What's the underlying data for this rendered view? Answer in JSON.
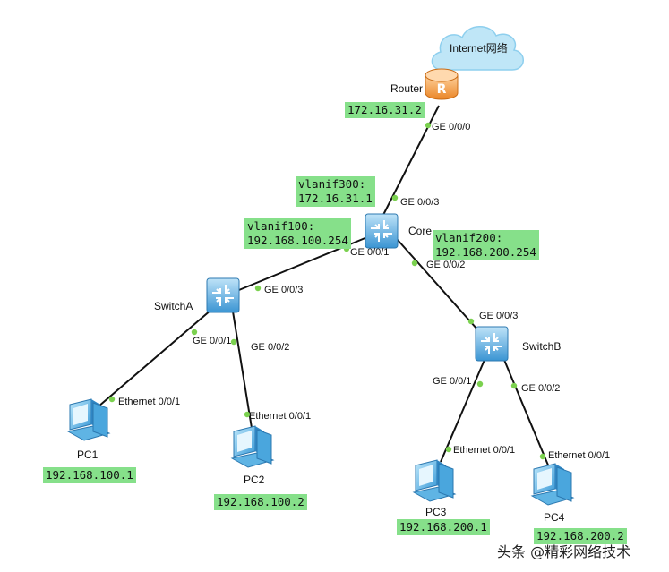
{
  "devices": {
    "router": "Router",
    "core": "Core",
    "switch_a": "SwitchA",
    "switch_b": "SwitchB",
    "pc1": "PC1",
    "pc2": "PC2",
    "pc3": "PC3",
    "pc4": "PC4",
    "cloud": "Internet网络"
  },
  "ports": {
    "router_ge000": "GE 0/0/0",
    "core_ge003": "GE 0/0/3",
    "core_ge001": "GE 0/0/1",
    "core_ge002": "GE 0/0/2",
    "swa_ge003": "GE 0/0/3",
    "swa_ge001": "GE 0/0/1",
    "swa_ge002": "GE 0/0/2",
    "swb_ge003": "GE 0/0/3",
    "swb_ge001": "GE 0/0/1",
    "swb_ge002": "GE 0/0/2",
    "pc1_eth": "Ethernet 0/0/1",
    "pc2_eth": "Ethernet 0/0/1",
    "pc3_eth": "Ethernet 0/0/1",
    "pc4_eth": "Ethernet 0/0/1"
  },
  "addresses": {
    "router_ip": "172.16.31.2",
    "vlanif300": "vlanif300:\n172.16.31.1",
    "vlanif100": "vlanif100:\n192.168.100.254",
    "vlanif200": "vlanif200:\n192.168.200.254",
    "pc1_ip": "192.168.100.1",
    "pc2_ip": "192.168.100.2",
    "pc3_ip": "192.168.200.1",
    "pc4_ip": "192.168.200.2"
  },
  "watermark": "头条 @精彩网络技术",
  "colors": {
    "ip_label_bg": "#86e08a",
    "link_dot": "#7bd14f",
    "switch_body": "#4fa7de",
    "router_body": "#f39a3c",
    "cloud_fill": "#bfe6f7"
  },
  "icons": {
    "router": "router-icon",
    "switch": "switch-icon",
    "pc": "pc-icon",
    "cloud": "cloud-icon"
  }
}
